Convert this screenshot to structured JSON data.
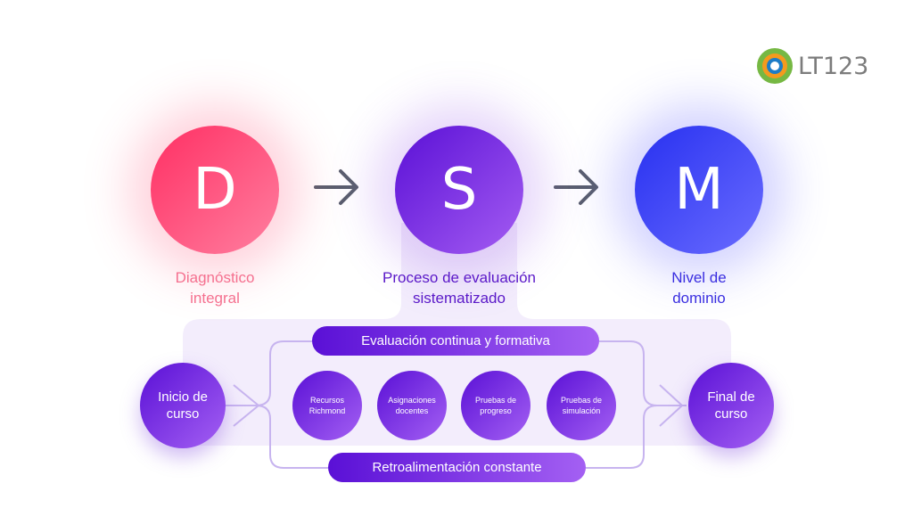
{
  "logo": {
    "text": "LT123",
    "colors": [
      "#76b843",
      "#f39a1e",
      "#1c7cc7"
    ]
  },
  "stages": [
    {
      "letter": "D",
      "label_line1": "Diagnóstico",
      "label_line2": "integral",
      "color": "#ff3d6e"
    },
    {
      "letter": "S",
      "label_line1": "Proceso de evaluación",
      "label_line2": "sistematizado",
      "color": "#7a2be6"
    },
    {
      "letter": "M",
      "label_line1": "Nivel de",
      "label_line2": "dominio",
      "color": "#3a36f5"
    }
  ],
  "flow": {
    "start": {
      "line1": "Inicio de",
      "line2": "curso"
    },
    "end": {
      "line1": "Final de",
      "line2": "curso"
    },
    "top_bar": "Evaluación continua y formativa",
    "bottom_bar": "Retroalimentación constante",
    "items": [
      {
        "line1": "Recursos",
        "line2": "Richmond"
      },
      {
        "line1": "Asignaciones",
        "line2": "docentes"
      },
      {
        "line1": "Pruebas de",
        "line2": "progreso"
      },
      {
        "line1": "Pruebas de",
        "line2": "simulación"
      }
    ]
  }
}
